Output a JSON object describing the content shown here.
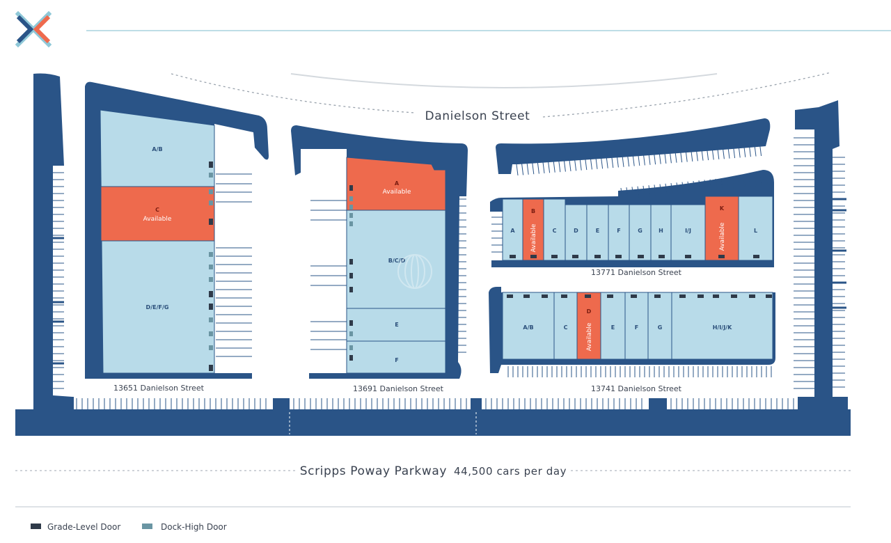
{
  "logo": {
    "icon": "x-cross-logo-icon"
  },
  "colors": {
    "building_navy": "#2a5487",
    "unit_light": "#b8dbe9",
    "available_orange": "#ee6a4d",
    "grade_door": "#2f3a49",
    "dock_door": "#6a95a3",
    "divider": "#a8d2de"
  },
  "streets": {
    "north": "Danielson Street",
    "south_name": "Scripps Poway Parkway",
    "south_traffic": "44,500 cars per day"
  },
  "buildings": [
    {
      "address": "13651 Danielson Street",
      "units": [
        {
          "label": "A/B",
          "available": false
        },
        {
          "label": "C",
          "available": true,
          "status": "Available"
        },
        {
          "label": "D/E/F/G",
          "available": false
        }
      ]
    },
    {
      "address": "13691 Danielson Street",
      "units": [
        {
          "label": "A",
          "available": true,
          "status": "Available"
        },
        {
          "label": "B/C/D",
          "available": false
        },
        {
          "label": "E",
          "available": false
        },
        {
          "label": "F",
          "available": false
        }
      ]
    },
    {
      "address": "13771 Danielson Street",
      "units": [
        {
          "label": "A",
          "available": false
        },
        {
          "label": "B",
          "available": true,
          "status": "Available"
        },
        {
          "label": "C",
          "available": false
        },
        {
          "label": "D",
          "available": false
        },
        {
          "label": "E",
          "available": false
        },
        {
          "label": "F",
          "available": false
        },
        {
          "label": "G",
          "available": false
        },
        {
          "label": "H",
          "available": false
        },
        {
          "label": "I/J",
          "available": false
        },
        {
          "label": "K",
          "available": true,
          "status": "Available"
        },
        {
          "label": "L",
          "available": false
        }
      ]
    },
    {
      "address": "13741 Danielson Street",
      "units": [
        {
          "label": "A/B",
          "available": false
        },
        {
          "label": "C",
          "available": false
        },
        {
          "label": "D",
          "available": true,
          "status": "Available"
        },
        {
          "label": "E",
          "available": false
        },
        {
          "label": "F",
          "available": false
        },
        {
          "label": "G",
          "available": false
        },
        {
          "label": "H/I/J/K",
          "available": false
        }
      ]
    }
  ],
  "legend": {
    "grade_level": "Grade-Level Door",
    "dock_high": "Dock-High Door"
  }
}
